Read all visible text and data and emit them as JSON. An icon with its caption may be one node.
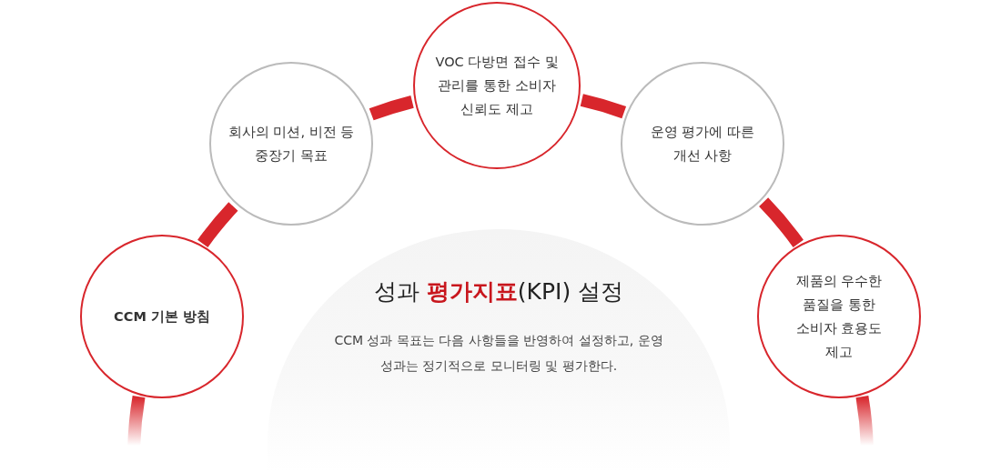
{
  "diagram": {
    "nodes": [
      {
        "text": [
          "CCM 기본 방침"
        ]
      },
      {
        "text": [
          "회사의 미션, 비전 등 중장기 목표"
        ]
      },
      {
        "text": [
          "VOC 다방면 접수 및 관리를 통한 소비자 신뢰도 제고"
        ]
      },
      {
        "text": [
          "운영 평가에 따른 개선 사항"
        ]
      },
      {
        "text": [
          "제품의 우수한 품질을 통한 소비자 효용도 제고"
        ]
      },
      {
        "text": [
          "성과 **평가지표**(KPI) 설정",
          "CCM 성과 목표는 다음 사항들을 반영하여 설정하고, 운영 성과는 정기적으로 모니터링 및 평가한다."
        ]
      }
    ],
    "edges": [
      {
        "from": 0,
        "to": 1,
        "arrow": "none"
      },
      {
        "from": 1,
        "to": 2,
        "arrow": "none"
      },
      {
        "from": 2,
        "to": 3,
        "arrow": "none"
      },
      {
        "from": 3,
        "to": 4,
        "arrow": "none"
      }
    ]
  }
}
